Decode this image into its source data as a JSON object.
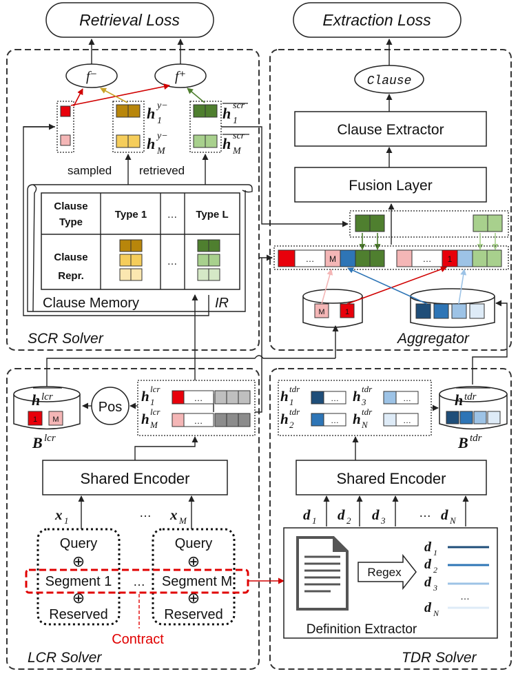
{
  "losses": {
    "retrieval": "Retrieval Loss",
    "extraction": "Extraction Loss"
  },
  "panels": {
    "scr": "SCR Solver",
    "aggregator": "Aggregator",
    "lcr": "LCR Solver",
    "tdr": "TDR Solver"
  },
  "scr": {
    "f_minus": "f⁻",
    "f_plus": "f⁺",
    "sampled": "sampled",
    "retrieved": "retrieved",
    "h_y_1": {
      "base": "h",
      "sup": "y−",
      "sub": "1"
    },
    "h_y_M": {
      "base": "h",
      "sup": "y−",
      "sub": "M"
    },
    "h_scr_1": {
      "base": "h",
      "sup": "scr",
      "sub": "1"
    },
    "h_scr_M": {
      "base": "h",
      "sup": "scr",
      "sub": "M"
    },
    "table": {
      "col0_header": "Clause Type",
      "col1_header": "Type 1",
      "col2_header": "…",
      "col3_header": "Type L",
      "row_label": "Clause Repr.",
      "row_ellipsis": "…"
    },
    "memory_label": "Clause Memory",
    "ir_label": "IR"
  },
  "aggregator": {
    "clause": "Clause",
    "clause_extractor": "Clause Extractor",
    "fusion_layer": "Fusion Layer",
    "m_tag": "M",
    "one_tag": "1",
    "ellipsis": "…"
  },
  "lcr": {
    "store_label": {
      "base": "h",
      "sup": "lcr"
    },
    "b_label": {
      "base": "B",
      "sup": "lcr"
    },
    "pos": "Pos",
    "h1": {
      "base": "h",
      "sup": "lcr",
      "sub": "1"
    },
    "hM": {
      "base": "h",
      "sup": "lcr",
      "sub": "M"
    },
    "shared_encoder": "Shared Encoder",
    "x1": {
      "base": "x",
      "sub": "1"
    },
    "xM": {
      "base": "x",
      "sub": "M"
    },
    "ellipsis": "…",
    "query": "Query",
    "oplus": "⊕",
    "segment1": "Segment 1",
    "segmentM": "Segment M",
    "reserved": "Reserved",
    "contract": "Contract",
    "tag_one": "1",
    "tag_m": "M"
  },
  "tdr": {
    "h1": {
      "base": "h",
      "sup": "tdr",
      "sub": "1"
    },
    "h2": {
      "base": "h",
      "sup": "tdr",
      "sub": "2"
    },
    "h3": {
      "base": "h",
      "sup": "tdr",
      "sub": "3"
    },
    "hN": {
      "base": "h",
      "sup": "tdr",
      "sub": "N"
    },
    "store_label": {
      "base": "h",
      "sup": "tdr"
    },
    "b_label": {
      "base": "B",
      "sup": "tdr"
    },
    "shared_encoder": "Shared Encoder",
    "d1": {
      "base": "d",
      "sub": "1"
    },
    "d2": {
      "base": "d",
      "sub": "2"
    },
    "d3": {
      "base": "d",
      "sub": "3"
    },
    "dN": {
      "base": "d",
      "sub": "N"
    },
    "ellipsis": "…",
    "regex": "Regex",
    "definition_extractor": "Definition Extractor"
  },
  "colors": {
    "red": "#e8000b",
    "pink": "#f4b6b6",
    "brown": "#b8860b",
    "gold": "#f5cd5b",
    "cream": "#fbe7b0",
    "darkgreen": "#4f7f2f",
    "lightgreen": "#a8d08d",
    "verylightgreen": "#d5e8c6",
    "navy": "#1f4e79",
    "blue": "#2e75b6",
    "lightblue": "#9dc3e6",
    "verylightblue": "#deebf7",
    "grey": "#bfbfbf",
    "darkgrey": "#8c8c8c",
    "arrowred": "#d00000"
  }
}
